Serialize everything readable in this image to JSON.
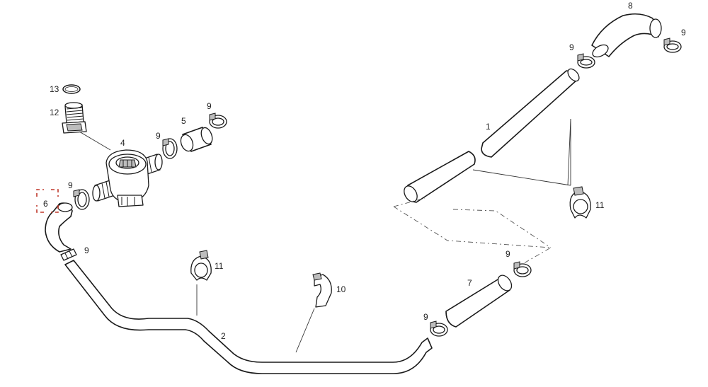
{
  "diagram": {
    "parts": [
      {
        "id": "1",
        "label": "1"
      },
      {
        "id": "2",
        "label": "2"
      },
      {
        "id": "4",
        "label": "4"
      },
      {
        "id": "5",
        "label": "5"
      },
      {
        "id": "6",
        "label": "6"
      },
      {
        "id": "7",
        "label": "7"
      },
      {
        "id": "8",
        "label": "8"
      },
      {
        "id": "9",
        "label": "9"
      },
      {
        "id": "10",
        "label": "10"
      },
      {
        "id": "11",
        "label": "11"
      },
      {
        "id": "12",
        "label": "12"
      },
      {
        "id": "13",
        "label": "13"
      }
    ],
    "highlight_color": "#c0392b",
    "line_color": "#1a1a1a"
  }
}
